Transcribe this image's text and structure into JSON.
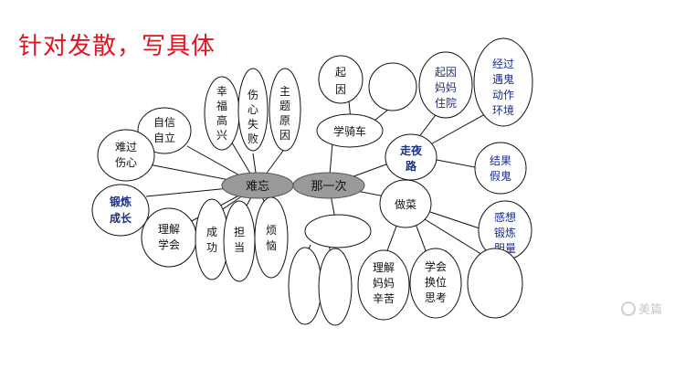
{
  "title": "针对发散，写具体",
  "hubs": {
    "left": "难忘",
    "right": "那一次"
  },
  "nodes": {
    "xingfu": [
      "幸",
      "福",
      "高",
      "兴"
    ],
    "shangxin": [
      "伤",
      "心",
      "失",
      "败"
    ],
    "zhuti": [
      "主",
      "题",
      "原",
      "因"
    ],
    "zixin": [
      "自信",
      "自立"
    ],
    "nanguo": [
      "难过",
      "伤心"
    ],
    "duanlian": [
      "锻炼",
      "成长"
    ],
    "lijie_xuehui": [
      "理解",
      "学会"
    ],
    "chenggong": [
      "成",
      "功"
    ],
    "dandang": [
      "担",
      "当"
    ],
    "fannao": [
      "烦",
      "恼"
    ],
    "qiyin_short": [
      "起",
      "因"
    ],
    "xueqiche": "学骑车",
    "qiyin_mama": [
      "起因",
      "妈妈",
      "住院"
    ],
    "jingguo": [
      "经过",
      "遇鬼",
      "动作",
      "环境"
    ],
    "zouyelu": [
      "走夜",
      "路"
    ],
    "jieguo": [
      "结果",
      "假鬼"
    ],
    "zuocai": "做菜",
    "ganxiang": [
      "感想",
      "锻炼",
      "胆量"
    ],
    "lijie_mama": [
      "理解",
      "妈妈",
      "辛苦"
    ],
    "xuehui_huanwei": [
      "学会",
      "换位",
      "思考"
    ]
  },
  "watermark": "美篇"
}
